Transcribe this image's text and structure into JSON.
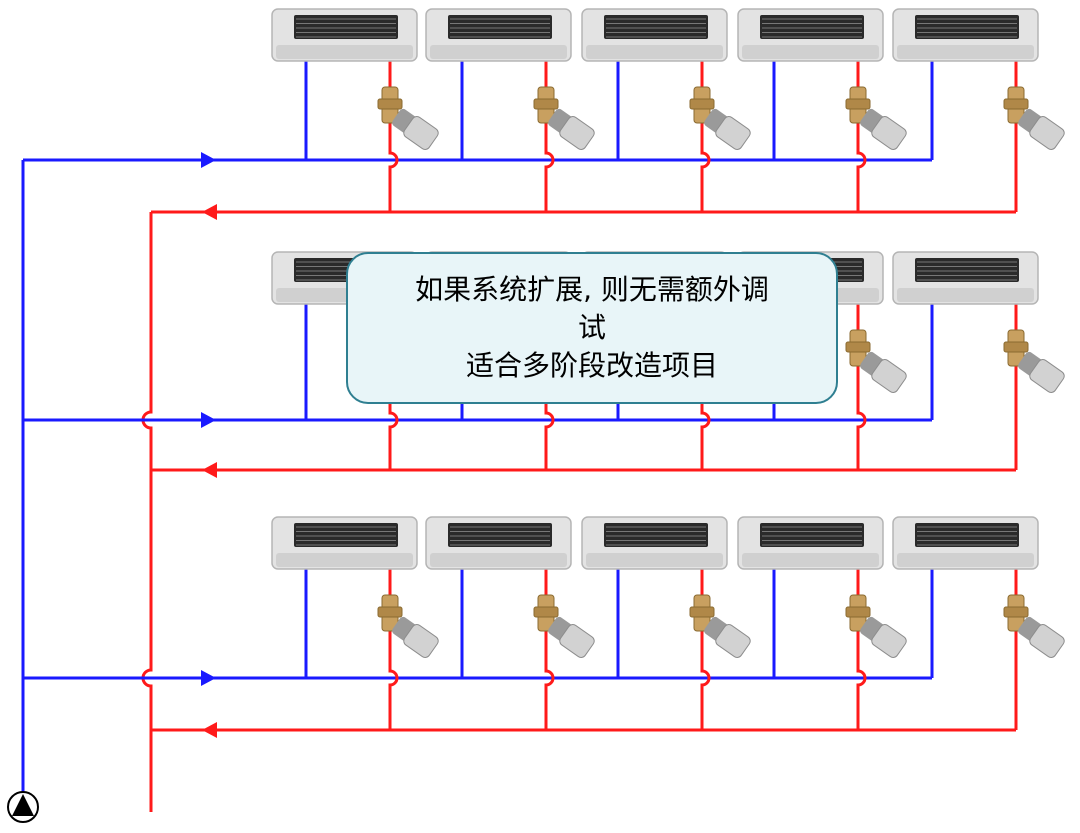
{
  "callout": {
    "line1": "如果系统扩展, 则无需额外调",
    "line2": "试",
    "line3": "适合多阶段改造项目"
  },
  "colors": {
    "supply_pipe": "#1a1aff",
    "return_pipe": "#ff1a1a",
    "callout_border": "#2f7f91",
    "callout_fill": "#e8f5f8"
  },
  "icons": {
    "pump": "pump-icon",
    "fan_coil": "fan-coil-unit-icon",
    "valve": "balancing-valve-icon",
    "supply_arrow": "flow-arrow-right-icon",
    "return_arrow": "flow-arrow-left-icon"
  },
  "system": {
    "floors": 3,
    "units_per_floor": 5
  }
}
